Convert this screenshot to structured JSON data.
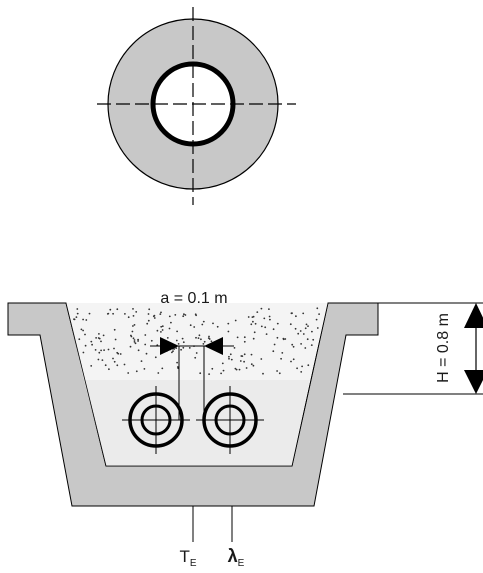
{
  "diagram": {
    "labels": {
      "spacing": "a = 0.1 m",
      "depth": "H = 0.8 m",
      "temperature_symbol": "T",
      "temperature_subscript": "E",
      "conductivity_symbol": "λ",
      "conductivity_subscript": "E"
    },
    "colors": {
      "insulation": "#c8c8c8",
      "trench_wall": "#c8c8c8",
      "pipe_zone_fill": "#ebebeb",
      "backfill": "#f4f4f4",
      "stroke": "#000000",
      "dots": "#333333"
    }
  }
}
